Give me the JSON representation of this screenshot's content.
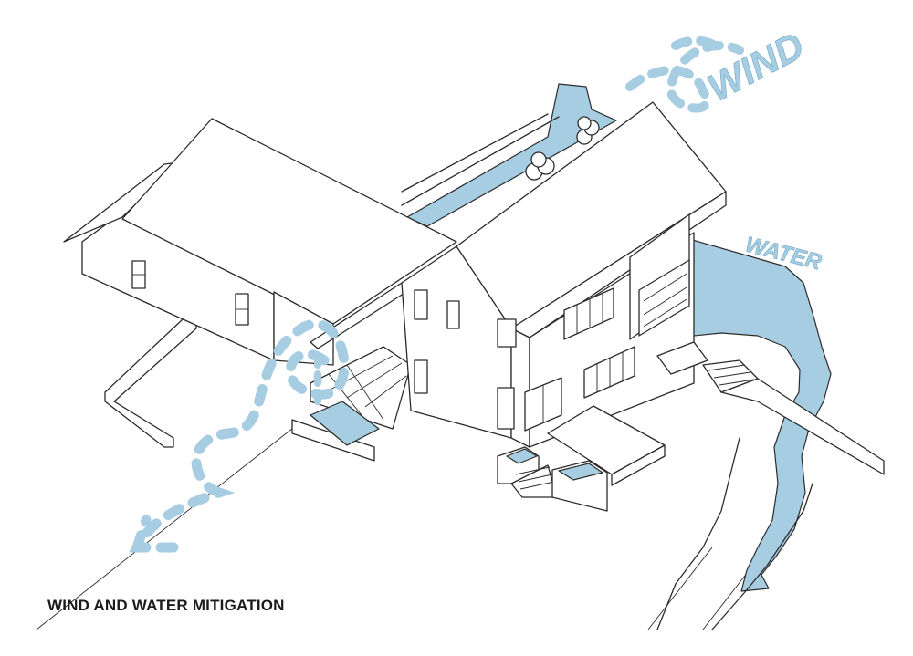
{
  "caption": "WIND AND WATER MITIGATION",
  "labels": {
    "wind": "WIND",
    "water": "WATER"
  },
  "colors": {
    "accent_blue": "#a7cde2",
    "line": "#2b2b2b",
    "background": "#ffffff"
  },
  "icons": {
    "wind_path": "dashed-arrow",
    "water_path": "river-arrow"
  }
}
